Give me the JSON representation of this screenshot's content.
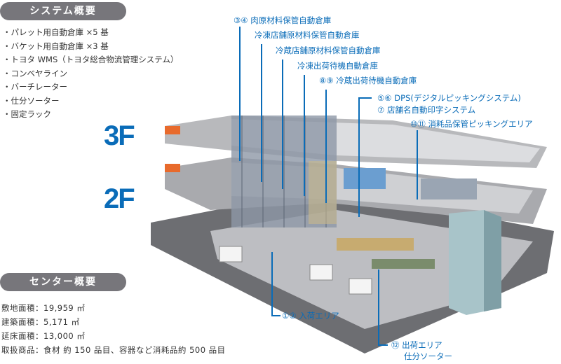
{
  "system_overview": {
    "title": "システム概要",
    "items": [
      "パレット用自動倉庫 ×5 基",
      "バケット用自動倉庫 ×3 基",
      "トヨタ WMS（トヨタ総合物流管理システム）",
      "コンベヤライン",
      "バーチレーター",
      "仕分ソーター",
      "固定ラック"
    ]
  },
  "center_overview": {
    "title": "センター概要",
    "rows": [
      "敷地面積：19,959 ㎡",
      "建築面積：5,171 ㎡",
      "延床面積：13,000 ㎡",
      "取扱商品：食材 約 150 品目、容器など消耗品約 500 品目"
    ]
  },
  "floors": {
    "f3": "3F",
    "f2": "2F"
  },
  "callouts": {
    "meat": "③④ 肉原材料保管自動倉庫",
    "frozen_store": "冷凍店舗原材料保管自動倉庫",
    "chilled_store": "冷蔵店舗原材料保管自動倉庫",
    "frozen_ship": "冷凍出荷待機自動倉庫",
    "chilled_ship": "⑧⑨ 冷蔵出荷待機自動倉庫",
    "dps": "⑤⑥ DPS(デジタルピッキングシステム)",
    "print": "⑦ 店舗名自動印字システム",
    "consumables": "⑩⑪ 消耗品保管ピッキングエリア",
    "receiving": "①② 入荷エリア",
    "shipping_1": "⑫ 出荷エリア",
    "shipping_2": "仕分ソーター"
  },
  "colors": {
    "accent": "#0a6cb8",
    "pill": "#77767b"
  }
}
